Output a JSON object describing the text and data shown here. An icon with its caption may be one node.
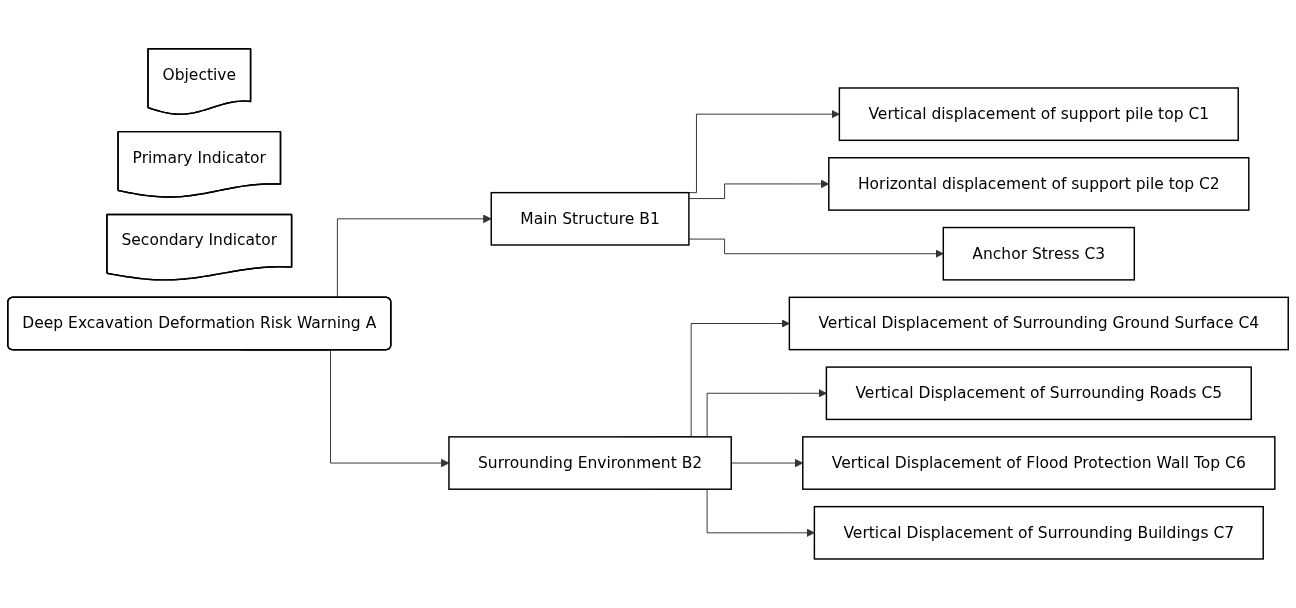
{
  "diagram": {
    "nodes": [
      {
        "text": [
          "Objective"
        ]
      },
      {
        "text": [
          "Primary Indicator"
        ]
      },
      {
        "text": [
          "Secondary Indicator"
        ]
      },
      {
        "text": [
          "Deep Excavation Deformation Risk Warning A"
        ]
      },
      {
        "text": [
          "Main Structure B1"
        ]
      },
      {
        "text": [
          "Surrounding Environment B2"
        ]
      },
      {
        "text": [
          "Vertical displacement of support pile top C1"
        ]
      },
      {
        "text": [
          "Horizontal displacement of support pile top C2"
        ]
      },
      {
        "text": [
          "Anchor Stress C3"
        ]
      },
      {
        "text": [
          "Vertical Displacement of Surrounding Ground Surface C4"
        ]
      },
      {
        "text": [
          "Vertical Displacement of Surrounding Roads C5"
        ]
      },
      {
        "text": [
          "Vertical Displacement of Flood Protection Wall Top C6"
        ]
      },
      {
        "text": [
          "Vertical Displacement of Surrounding Buildings C7"
        ]
      }
    ],
    "edges": [
      {
        "from": 3,
        "to": 4,
        "arrow": "to"
      },
      {
        "from": 3,
        "to": 5,
        "arrow": "to"
      },
      {
        "from": 4,
        "to": 6,
        "arrow": "to"
      },
      {
        "from": 4,
        "to": 7,
        "arrow": "to"
      },
      {
        "from": 4,
        "to": 8,
        "arrow": "to"
      },
      {
        "from": 5,
        "to": 9,
        "arrow": "to"
      },
      {
        "from": 5,
        "to": 10,
        "arrow": "to"
      },
      {
        "from": 5,
        "to": 11,
        "arrow": "to"
      },
      {
        "from": 5,
        "to": 12,
        "arrow": "to"
      }
    ]
  }
}
